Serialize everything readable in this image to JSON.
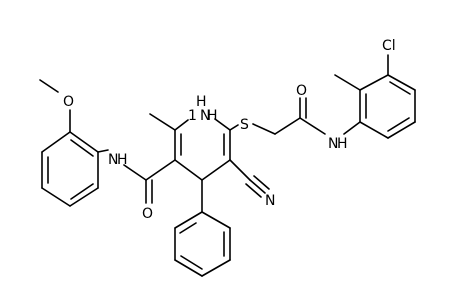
{
  "molecule": {
    "atom_labels": {
      "methoxy_o": "O",
      "methoxy_me": "",
      "amide1_nh": "N",
      "amide1_h": "H",
      "amide1_o": "O",
      "ring_nh": "N",
      "ring_h": "H",
      "ring_nh_h1": "1",
      "ring_nh_hh": "H",
      "thio_s": "S",
      "amide2_o": "O",
      "amide2_nh": "N",
      "amide2_h": "H",
      "cyano_n": "N",
      "chloro": "Cl"
    }
  }
}
